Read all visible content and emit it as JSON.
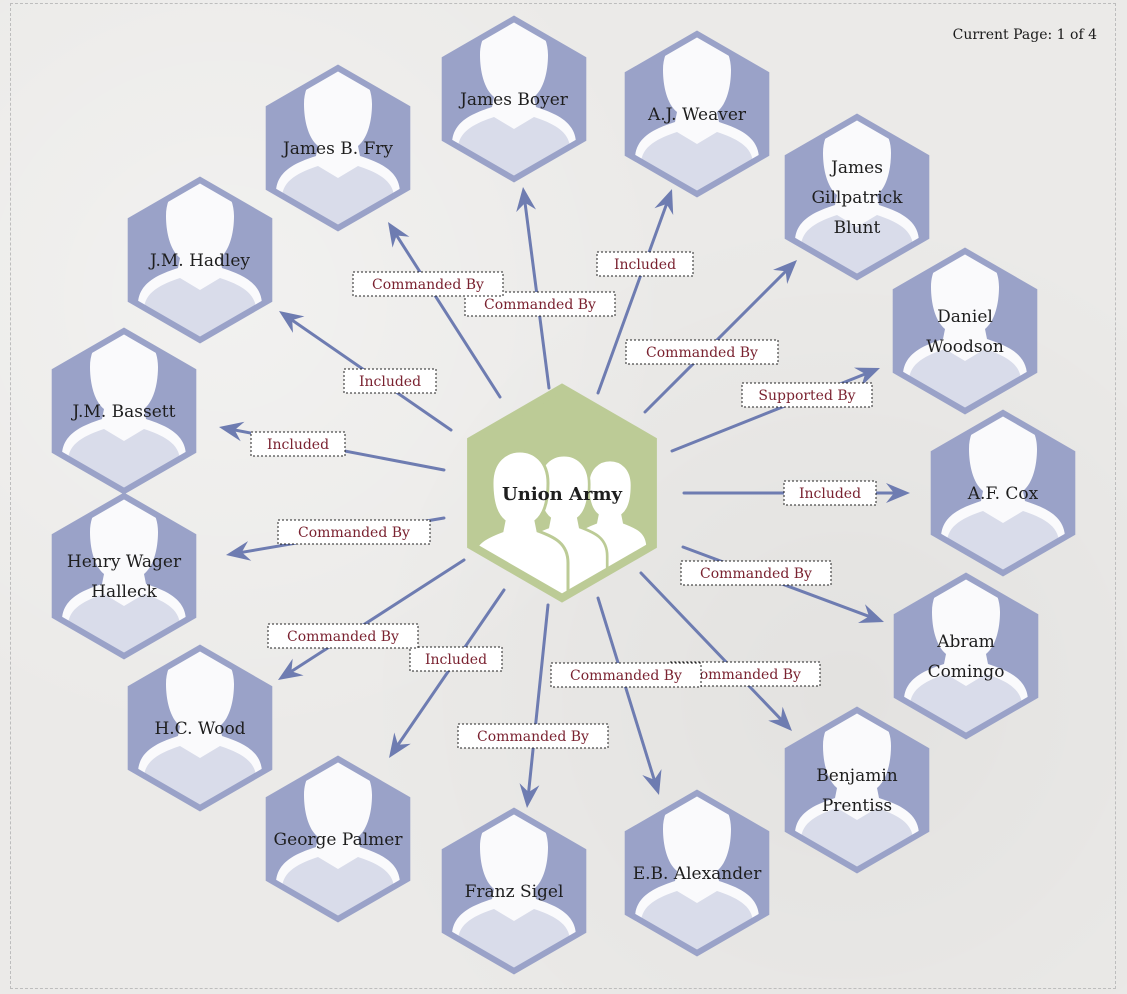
{
  "header": {
    "page_indicator": "Current Page: 1 of 4"
  },
  "colors": {
    "person_hex": "#9aa2c8",
    "center_hex": "#bccb96",
    "edge": "#6e7cb1",
    "edge_label_text": "#7a2230"
  },
  "center": {
    "label": "Union Army",
    "icon": "group-silhouette-icon"
  },
  "nodes": [
    {
      "id": "james-boyer",
      "lines": [
        "James Boyer"
      ],
      "icon": "person-silhouette-icon"
    },
    {
      "id": "aj-weaver",
      "lines": [
        "A.J. Weaver"
      ],
      "icon": "person-silhouette-icon"
    },
    {
      "id": "james-gillpatrick-blunt",
      "lines": [
        "James",
        "Gillpatrick",
        "Blunt"
      ],
      "icon": "person-silhouette-icon"
    },
    {
      "id": "daniel-woodson",
      "lines": [
        "Daniel",
        "Woodson"
      ],
      "icon": "person-silhouette-icon"
    },
    {
      "id": "af-cox",
      "lines": [
        "A.F. Cox"
      ],
      "icon": "person-silhouette-icon"
    },
    {
      "id": "abram-comingo",
      "lines": [
        "Abram",
        "Comingo"
      ],
      "icon": "person-silhouette-icon"
    },
    {
      "id": "benjamin-prentiss",
      "lines": [
        "Benjamin",
        "Prentiss"
      ],
      "icon": "person-silhouette-icon"
    },
    {
      "id": "eb-alexander",
      "lines": [
        "E.B. Alexander"
      ],
      "icon": "person-silhouette-icon"
    },
    {
      "id": "franz-sigel",
      "lines": [
        "Franz Sigel"
      ],
      "icon": "person-silhouette-icon"
    },
    {
      "id": "george-palmer",
      "lines": [
        "George Palmer"
      ],
      "icon": "person-silhouette-icon"
    },
    {
      "id": "hc-wood",
      "lines": [
        "H.C. Wood"
      ],
      "icon": "person-silhouette-icon"
    },
    {
      "id": "henry-wager-halleck",
      "lines": [
        "Henry Wager",
        "Halleck"
      ],
      "icon": "person-silhouette-icon"
    },
    {
      "id": "jm-bassett",
      "lines": [
        "J.M. Bassett"
      ],
      "icon": "person-silhouette-icon"
    },
    {
      "id": "jm-hadley",
      "lines": [
        "J.M. Hadley"
      ],
      "icon": "person-silhouette-icon"
    },
    {
      "id": "james-b-fry",
      "lines": [
        "James B. Fry"
      ],
      "icon": "person-silhouette-icon"
    }
  ],
  "edges": [
    {
      "to": "james-boyer",
      "label": "Commanded By"
    },
    {
      "to": "aj-weaver",
      "label": "Included"
    },
    {
      "to": "james-gillpatrick-blunt",
      "label": "Commanded By"
    },
    {
      "to": "daniel-woodson",
      "label": "Supported By"
    },
    {
      "to": "af-cox",
      "label": "Included"
    },
    {
      "to": "abram-comingo",
      "label": "Commanded By"
    },
    {
      "to": "benjamin-prentiss",
      "label": "Commanded By"
    },
    {
      "to": "eb-alexander",
      "label": "Commanded By"
    },
    {
      "to": "franz-sigel",
      "label": "Commanded By"
    },
    {
      "to": "george-palmer",
      "label": "Included"
    },
    {
      "to": "hc-wood",
      "label": "Commanded By"
    },
    {
      "to": "henry-wager-halleck",
      "label": "Commanded By"
    },
    {
      "to": "jm-bassett",
      "label": "Included"
    },
    {
      "to": "jm-hadley",
      "label": "Included"
    },
    {
      "to": "james-b-fry",
      "label": "Commanded By"
    }
  ]
}
